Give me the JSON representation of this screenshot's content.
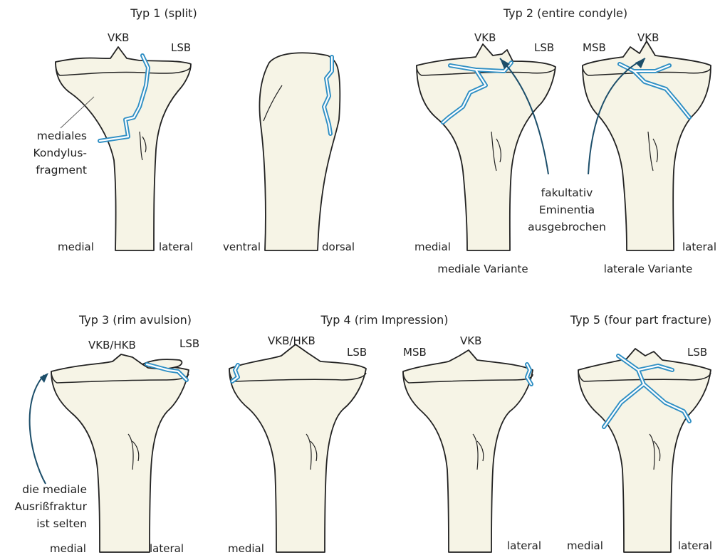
{
  "figure": {
    "colors": {
      "bone_fill": "#f6f4e6",
      "outline": "#222222",
      "fracture_line": "#2f8fc4",
      "arrow": "#1c4e6a"
    },
    "panels": {
      "typ1": {
        "title": "Typ 1 (split)",
        "lbl_vkb": "VKB",
        "lbl_lsb": "LSB",
        "fragment_label": [
          "mediales",
          "Kondylus-",
          "fragment"
        ],
        "medial": "medial",
        "lateral": "lateral",
        "ventral": "ventral",
        "dorsal": "dorsal"
      },
      "typ2": {
        "title": "Typ 2 (entire condyle)",
        "lbl_vkb_a": "VKB",
        "lbl_lsb": "LSB",
        "lbl_msb": "MSB",
        "lbl_vkb_b": "VKB",
        "note": [
          "fakultativ",
          "Eminentia",
          "ausgebrochen"
        ],
        "medial": "medial",
        "lateral": "lateral",
        "variant_medial": "mediale Variante",
        "variant_lateral": "laterale Variante"
      },
      "typ3": {
        "title": "Typ 3 (rim avulsion)",
        "lbl_vkb_hkb": "VKB/HKB",
        "lbl_lsb": "LSB",
        "note": [
          "die mediale",
          "Ausrißfraktur",
          "ist selten"
        ],
        "medial": "medial",
        "lateral": "lateral"
      },
      "typ4": {
        "title": "Typ 4 (rim Impression)",
        "lbl_vkb_hkb": "VKB/HKB",
        "lbl_lsb": "LSB",
        "lbl_msb": "MSB",
        "lbl_vkb": "VKB",
        "medial": "medial",
        "lateral": "lateral"
      },
      "typ5": {
        "title": "Typ 5 (four part fracture)",
        "lbl_lsb": "LSB",
        "medial": "medial",
        "lateral": "lateral"
      }
    }
  }
}
